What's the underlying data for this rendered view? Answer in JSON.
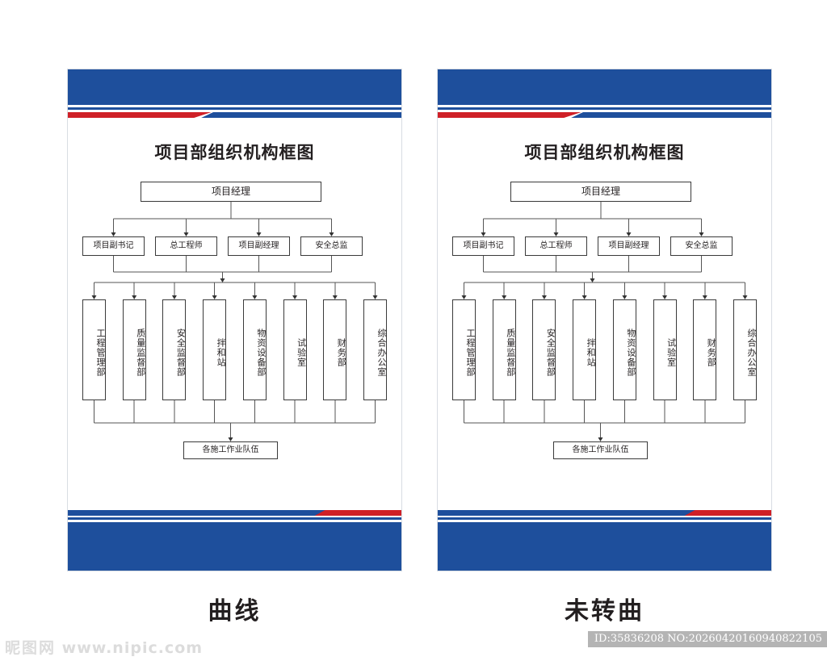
{
  "colors": {
    "brand_blue": "#1e4f9c",
    "accent_red": "#cf2027",
    "line": "#555555",
    "text": "#231f20"
  },
  "panels": [
    {
      "id": "left",
      "caption": "曲线",
      "title": "项目部组织机构框图",
      "level1": "项目经理",
      "level2": [
        "项目副书记",
        "总工程师",
        "项目副经理",
        "安全总监"
      ],
      "level3": [
        "工程管理部",
        "质量监督部",
        "安全监督部",
        "拌和站",
        "物资设备部",
        "试验室",
        "财务部",
        "综合办公室"
      ],
      "level4": "各施工作业队伍"
    },
    {
      "id": "right",
      "caption": "未转曲",
      "title": "项目部组织机构框图",
      "level1": "项目经理",
      "level2": [
        "项目副书记",
        "总工程师",
        "项目副经理",
        "安全总监"
      ],
      "level3": [
        "工程管理部",
        "质量监督部",
        "安全监督部",
        "拌和站",
        "物资设备部",
        "试验室",
        "财务部",
        "综合办公室"
      ],
      "level4": "各施工作业队伍"
    }
  ],
  "watermark": {
    "site_cn": "昵图网",
    "site_url": "www.nipic.com",
    "id_label": "ID:35836208 NO:20260420160940822105"
  },
  "chart_data": {
    "type": "diagram",
    "title": "项目部组织机构框图",
    "orientation": "top-down organizational chart",
    "levels": [
      {
        "level": 1,
        "nodes": [
          "项目经理"
        ]
      },
      {
        "level": 2,
        "nodes": [
          "项目副书记",
          "总工程师",
          "项目副经理",
          "安全总监"
        ]
      },
      {
        "level": 3,
        "nodes": [
          "工程管理部",
          "质量监督部",
          "安全监督部",
          "拌和站",
          "物资设备部",
          "试验室",
          "财务部",
          "综合办公室"
        ]
      },
      {
        "level": 4,
        "nodes": [
          "各施工作业队伍"
        ]
      }
    ],
    "edges": [
      {
        "from": "项目经理",
        "to": [
          "项目副书记",
          "总工程师",
          "项目副经理",
          "安全总监"
        ]
      },
      {
        "from": "项目副书记/总工程师/项目副经理/安全总监",
        "to": [
          "工程管理部",
          "质量监督部",
          "安全监督部",
          "拌和站",
          "物资设备部",
          "试验室",
          "财务部",
          "综合办公室"
        ]
      },
      {
        "from": "工程管理部…综合办公室",
        "to": [
          "各施工作业队伍"
        ]
      }
    ]
  }
}
